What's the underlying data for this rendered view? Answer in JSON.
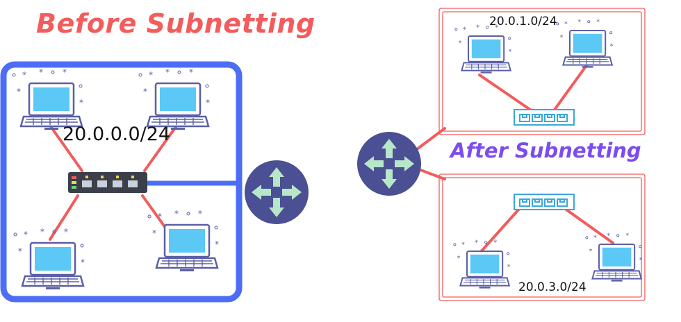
{
  "before": {
    "title": "Before Subnetting",
    "network": "20.0.0.0/24",
    "color": "#4d6df5"
  },
  "after": {
    "title": "After Subnetting",
    "subnet_a": "20.0.1.0/24",
    "subnet_b": "20.0.3.0/24",
    "color": "#f25c5c"
  },
  "colors": {
    "link": "#f25c5c",
    "router": "#4b4f93",
    "router_arrow": "#b8e6c9",
    "laptop_screen": "#5bc8f5",
    "laptop_body": "#5a5fa6",
    "switch_after": "#3aa8d8",
    "switch_before": "#3a3f4a"
  },
  "icons": [
    "laptop-icon",
    "network-switch-icon",
    "router-icon"
  ]
}
